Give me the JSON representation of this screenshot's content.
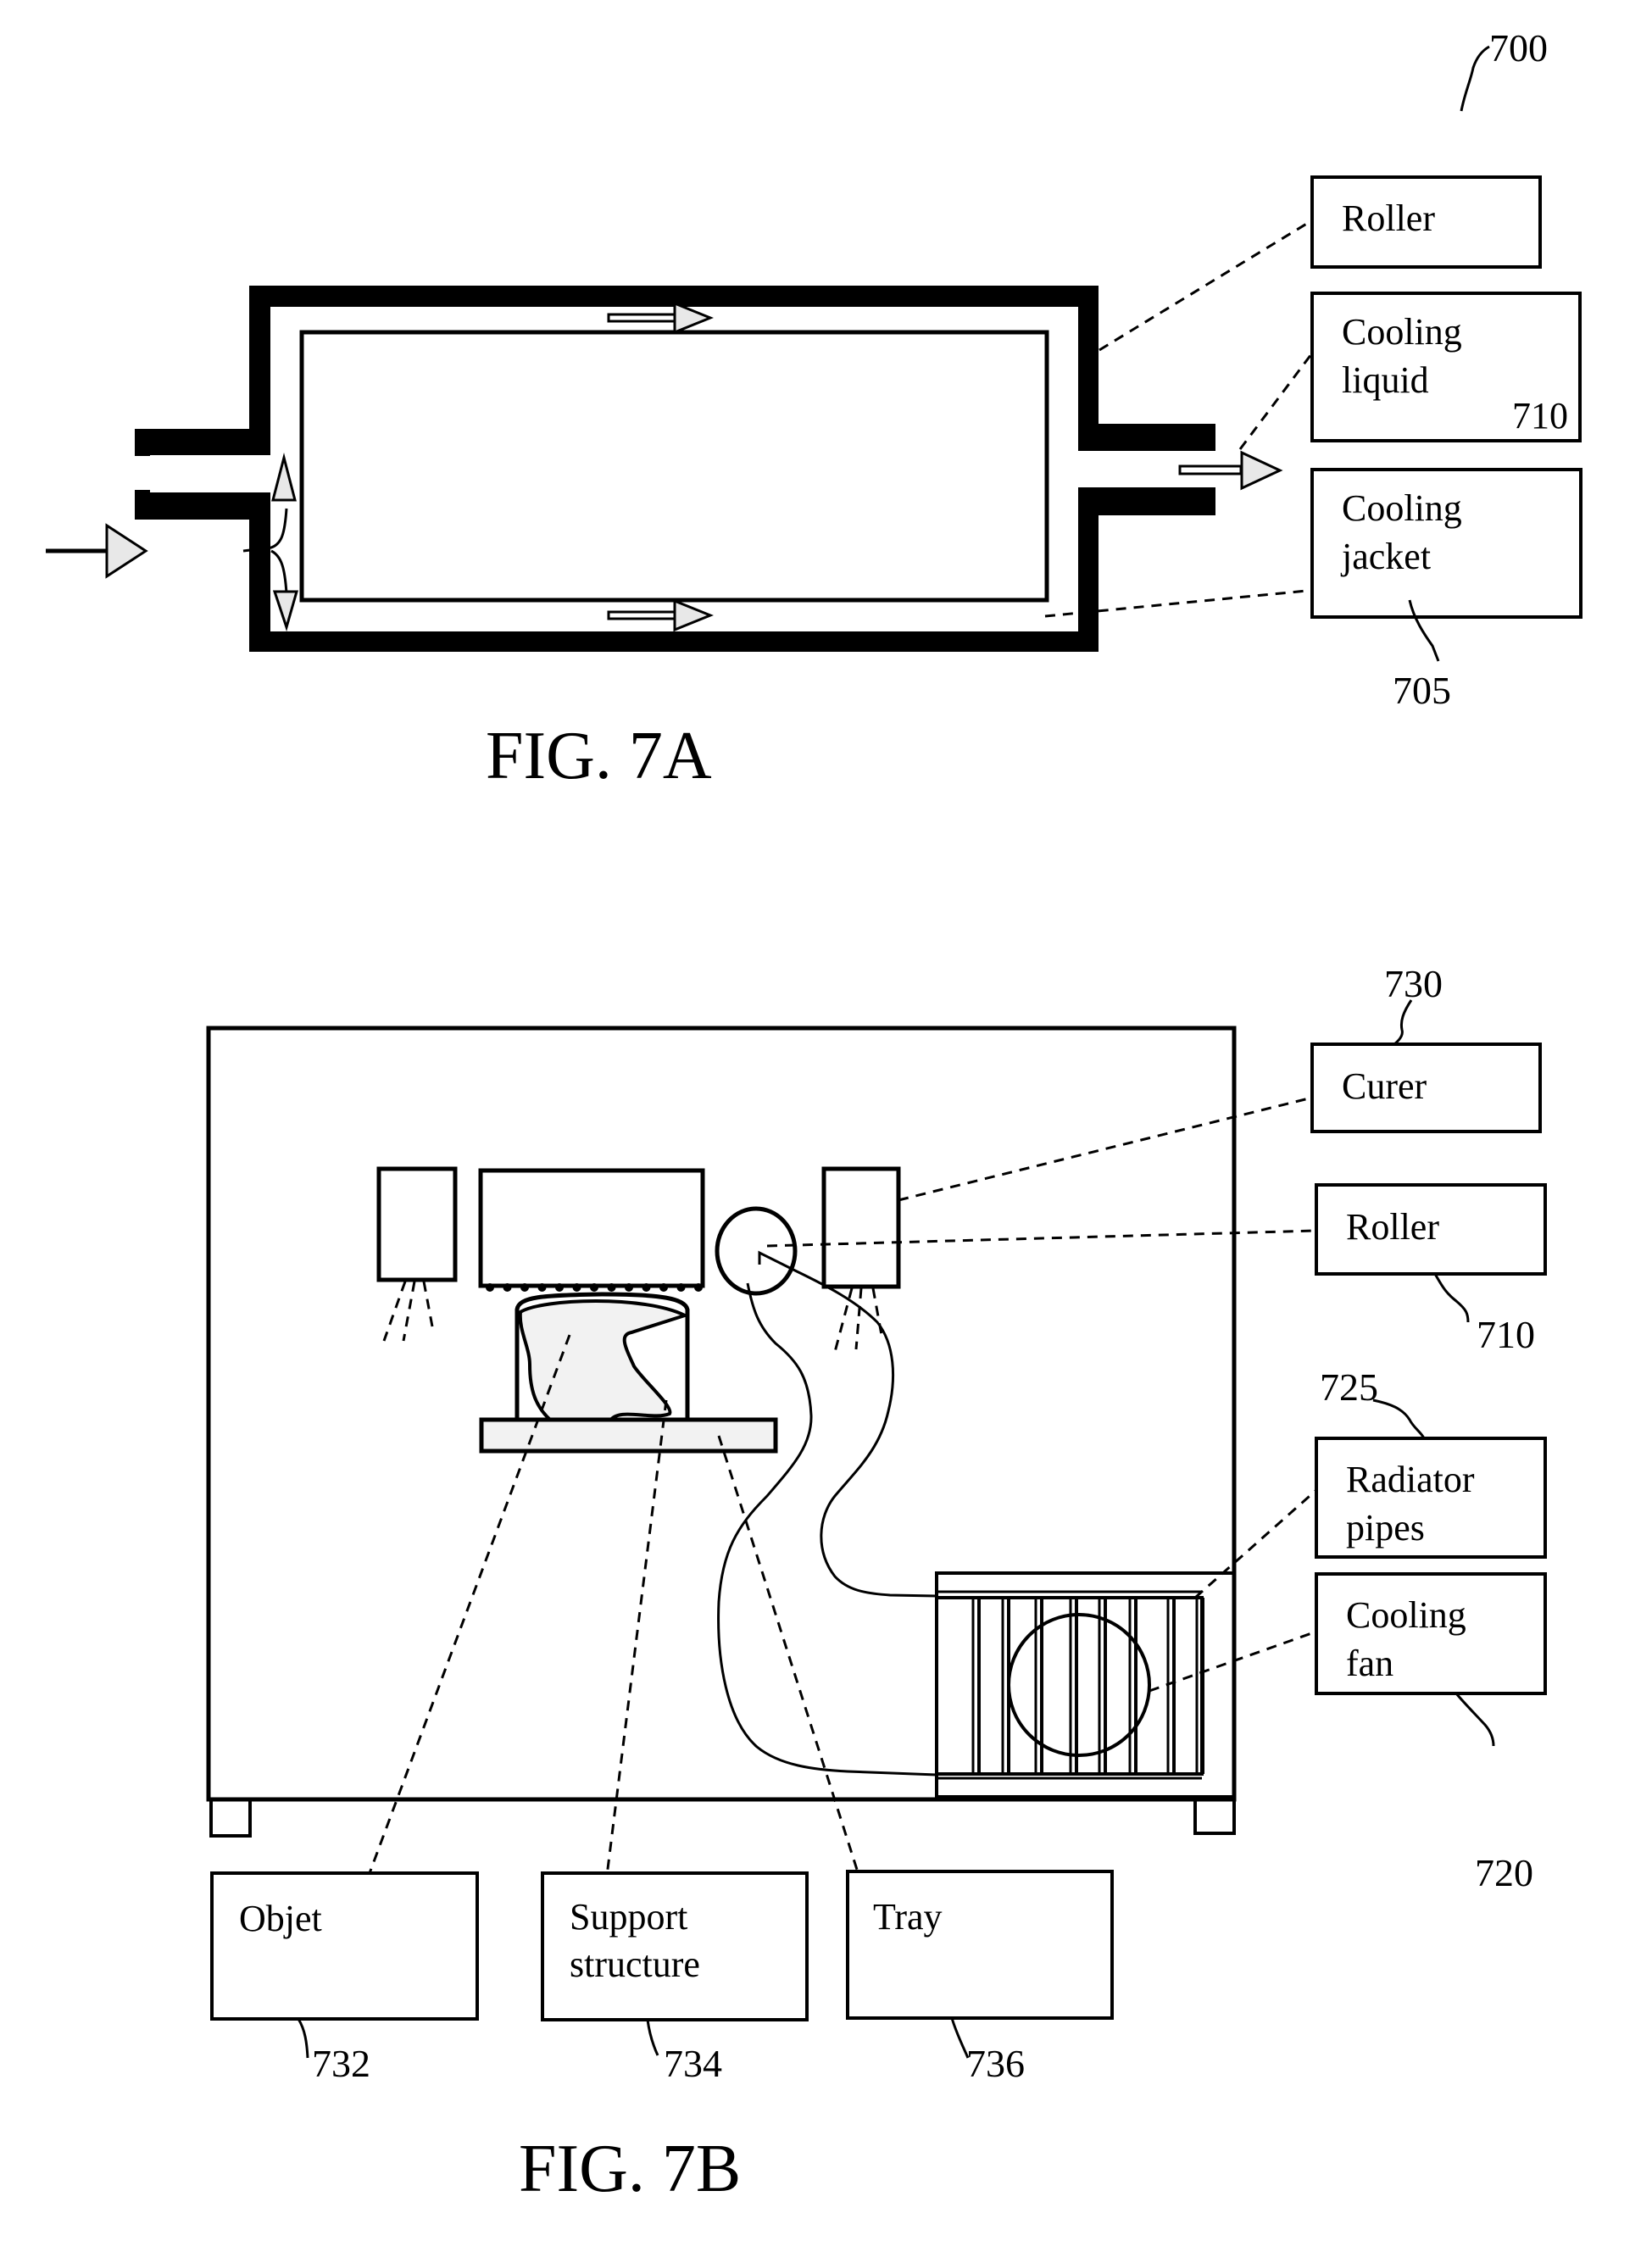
{
  "figure_number": "700",
  "fig7a": {
    "caption": "FIG. 7A",
    "labels": {
      "roller": "Roller",
      "cooling_liquid_line1": "Cooling",
      "cooling_liquid_line2": "liquid",
      "cooling_liquid_ref": "710",
      "cooling_jacket_line1": "Cooling",
      "cooling_jacket_line2": "jacket",
      "cooling_jacket_ref": "705"
    }
  },
  "fig7b": {
    "caption": "FIG. 7B",
    "labels": {
      "curer": "Curer",
      "curer_ref": "730",
      "roller": "Roller",
      "roller_ref": "710",
      "radiator_line1": "Radiator",
      "radiator_line2": "pipes",
      "radiator_ref": "725",
      "fan_line1": "Cooling",
      "fan_line2": "fan",
      "fan_ref": "720",
      "objet": "Objet",
      "objet_ref": "732",
      "support_line1": "Support",
      "support_line2": "structure",
      "support_ref": "734",
      "tray": "Tray",
      "tray_ref": "736"
    }
  }
}
